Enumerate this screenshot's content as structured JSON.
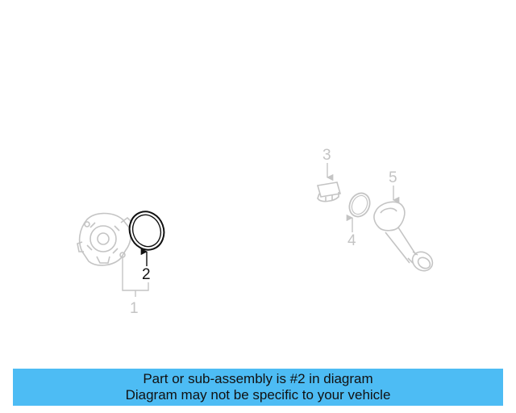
{
  "colors": {
    "active_part": "#111111",
    "inactive_part": "#c4c4c4",
    "banner_bg": "#4dbcf4",
    "banner_text": "#111111"
  },
  "callouts": [
    "1",
    "2",
    "3",
    "4",
    "5"
  ],
  "highlighted_part": "2",
  "parts": [
    {
      "callout": "1",
      "name_icon": "water-pump-icon",
      "highlighted": false
    },
    {
      "callout": "2",
      "name_icon": "gasket-ring-icon",
      "highlighted": true
    },
    {
      "callout": "3",
      "name_icon": "plug-icon",
      "highlighted": false
    },
    {
      "callout": "4",
      "name_icon": "o-ring-icon",
      "highlighted": false
    },
    {
      "callout": "5",
      "name_icon": "coolant-flange-icon",
      "highlighted": false
    }
  ],
  "banner": {
    "line1": "Part or sub-assembly is #2 in diagram",
    "line2": "Diagram may not be specific to your vehicle"
  }
}
